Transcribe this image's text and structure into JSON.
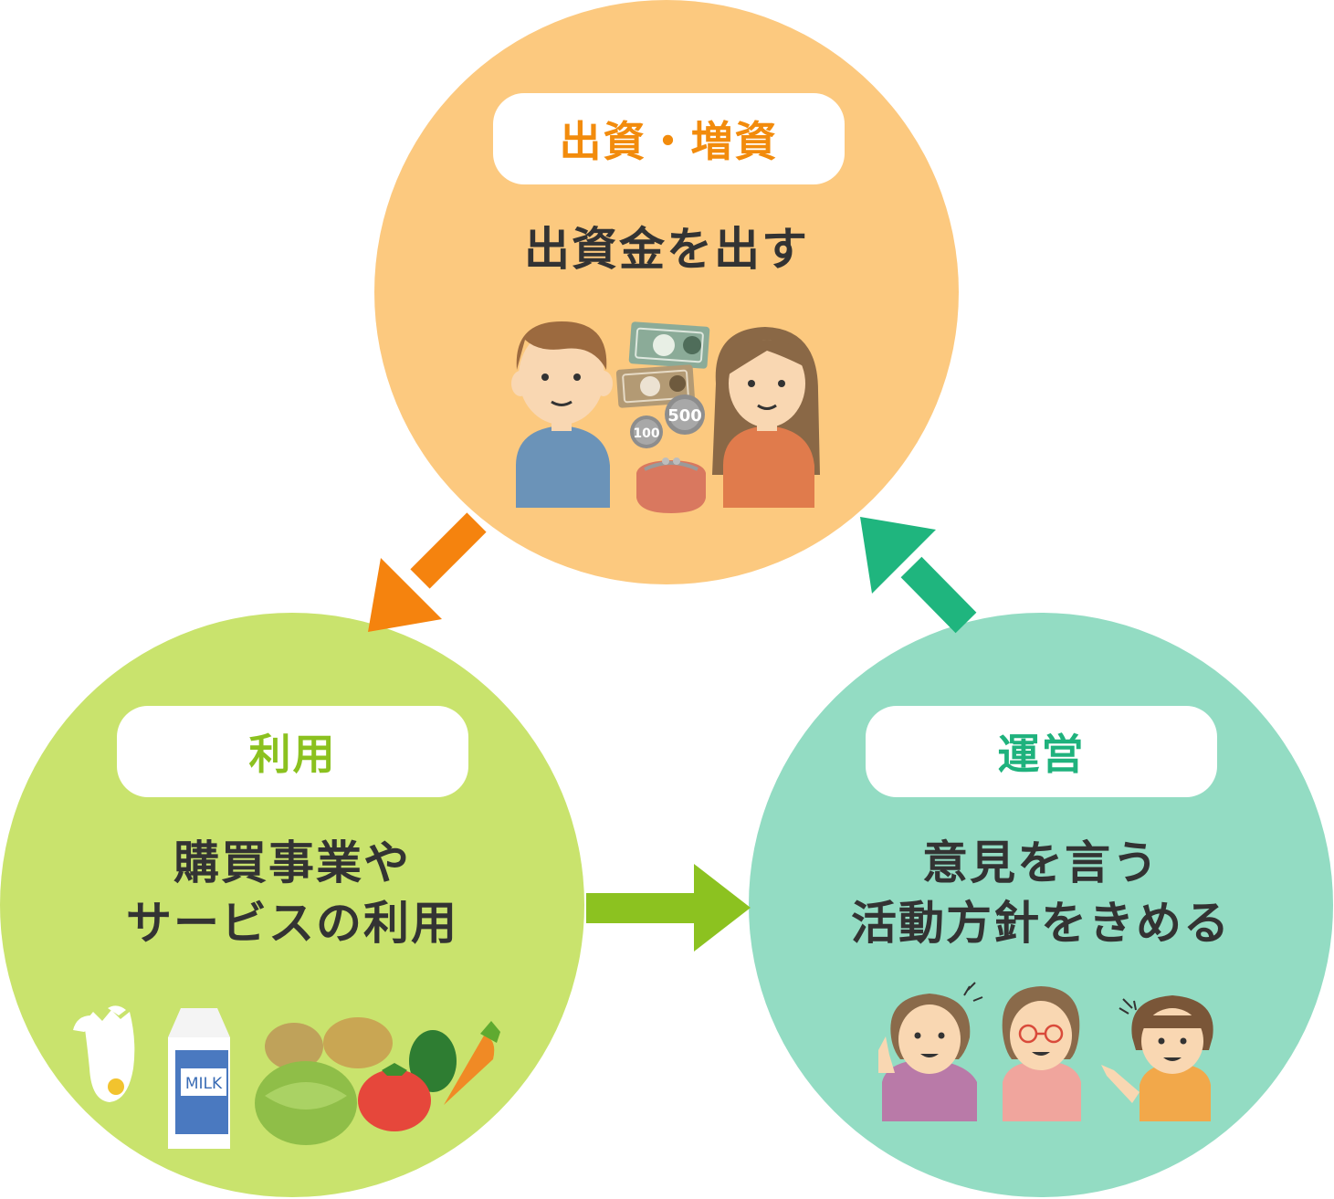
{
  "nodes": {
    "top": {
      "badge": "出資・増資",
      "text_lines": [
        "出資金を出す"
      ]
    },
    "left": {
      "badge": "利用",
      "text_lines": [
        "購買事業や",
        "サービスの利用"
      ]
    },
    "right": {
      "badge": "運営",
      "text_lines": [
        "意見を言う",
        "活動方針をきめる"
      ]
    }
  },
  "illustrations": {
    "money": {
      "coins": [
        "100",
        "500"
      ]
    },
    "groceries": {
      "milk_label": "MILK"
    }
  },
  "colors": {
    "top_circle": "#fcc97f",
    "left_circle": "#c9e36d",
    "right_circle": "#93dcc3",
    "top_badge_text": "#f28b0c",
    "left_badge_text": "#8bc11f",
    "right_badge_text": "#1fb27d",
    "arrow_top_to_left": "#f5830e",
    "arrow_left_to_right": "#8cc220",
    "arrow_right_to_top": "#1fb57e"
  },
  "icons": [
    "couple-icon",
    "banknote-icon",
    "coin-icon",
    "purse-icon",
    "egg-icon",
    "milk-carton-icon",
    "vegetables-icon",
    "women-group-icon"
  ]
}
